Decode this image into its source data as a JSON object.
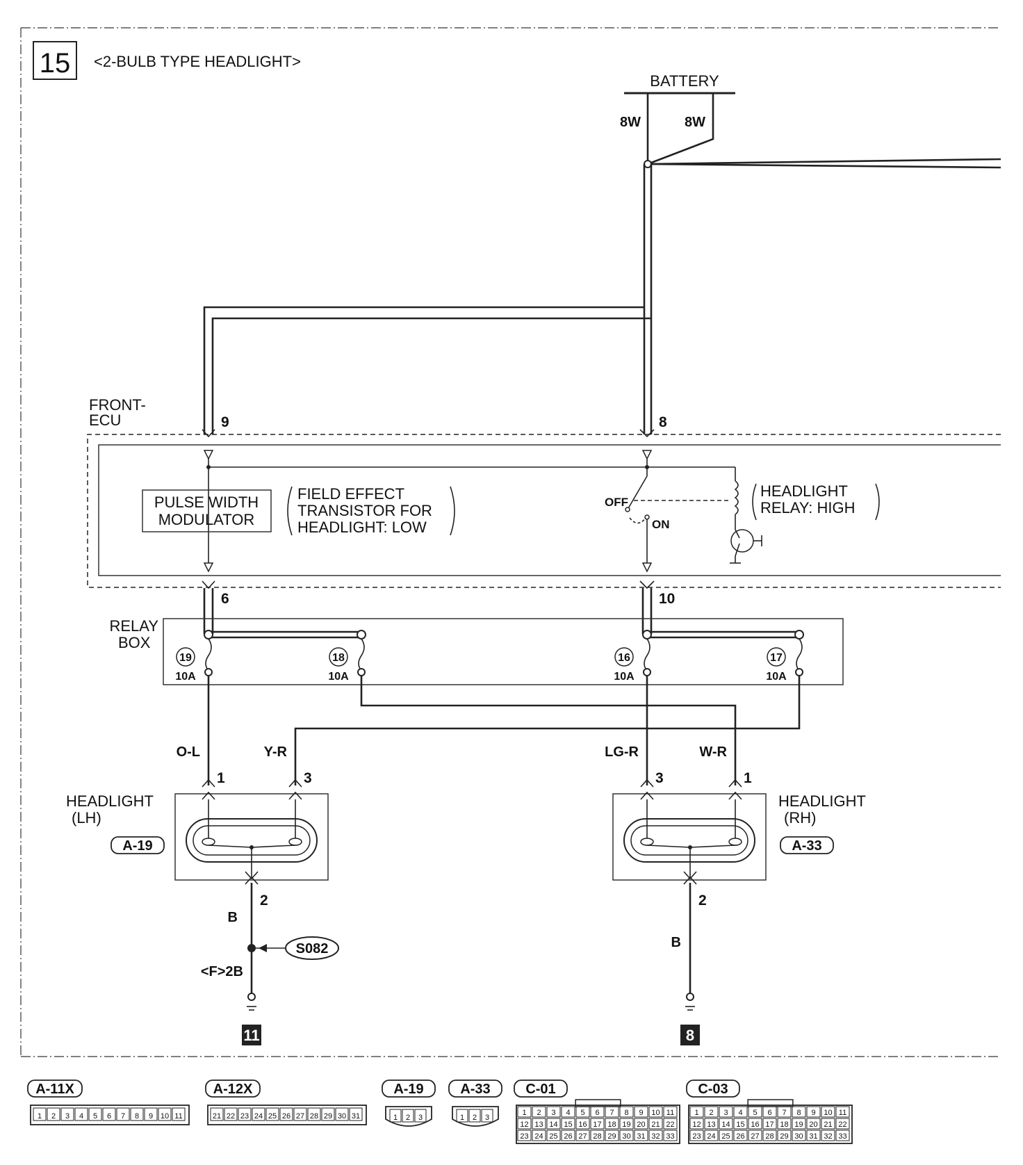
{
  "page": {
    "number": "15",
    "subtitle": "<2-BULB TYPE HEADLIGHT>"
  },
  "battery": {
    "label": "BATTERY",
    "wire_left": "8W",
    "wire_right": "8W"
  },
  "front_ecu": {
    "label_line1": "FRONT-",
    "label_line2": "ECU",
    "pin_left_in": "9",
    "pin_right_in": "8",
    "pin_left_out": "6",
    "pin_right_out": "10",
    "pwm_line1": "PULSE WIDTH",
    "pwm_line2": "MODULATOR",
    "fet_line1": "FIELD EFFECT",
    "fet_line2": "TRANSISTOR FOR",
    "fet_line3": "HEADLIGHT: LOW",
    "switch_off": "OFF",
    "switch_on": "ON",
    "relay_line1": "HEADLIGHT",
    "relay_line2": "RELAY: HIGH"
  },
  "relay_box": {
    "label_line1": "RELAY",
    "label_line2": "BOX",
    "fuses": [
      {
        "number": "19",
        "rating": "10A"
      },
      {
        "number": "18",
        "rating": "10A"
      },
      {
        "number": "16",
        "rating": "10A"
      },
      {
        "number": "17",
        "rating": "10A"
      }
    ]
  },
  "wires": {
    "lh_low": "O-L",
    "lh_high": "Y-R",
    "rh_low": "LG-R",
    "rh_high": "W-R",
    "lh_ground": "B",
    "rh_ground": "B",
    "lh_ground_ref": "<F>2B"
  },
  "headlight_lh": {
    "label_line1": "HEADLIGHT",
    "label_line2": "(LH)",
    "connector": "A-19",
    "pin_a": "1",
    "pin_b": "3",
    "pin_ground": "2"
  },
  "headlight_rh": {
    "label_line1": "HEADLIGHT",
    "label_line2": "(RH)",
    "connector": "A-33",
    "pin_a": "3",
    "pin_b": "1",
    "pin_ground": "2"
  },
  "splice": "S082",
  "grounds": [
    "11",
    "8"
  ],
  "connectors": [
    {
      "id": "A-11X",
      "pins": [
        "1",
        "2",
        "3",
        "4",
        "5",
        "6",
        "7",
        "8",
        "9",
        "10",
        "11"
      ]
    },
    {
      "id": "A-12X",
      "pins": [
        "21",
        "22",
        "23",
        "24",
        "25",
        "26",
        "27",
        "28",
        "29",
        "30",
        "31"
      ]
    },
    {
      "id": "A-19",
      "pins": [
        "1",
        "2",
        "3"
      ]
    },
    {
      "id": "A-33",
      "pins": [
        "1",
        "2",
        "3"
      ]
    },
    {
      "id": "C-01",
      "rows": [
        [
          "1",
          "2",
          "3",
          "4",
          "5",
          "6",
          "7",
          "8",
          "9",
          "10",
          "11"
        ],
        [
          "12",
          "13",
          "14",
          "15",
          "16",
          "17",
          "18",
          "19",
          "20",
          "21",
          "22"
        ],
        [
          "23",
          "24",
          "25",
          "26",
          "27",
          "28",
          "29",
          "30",
          "31",
          "32",
          "33"
        ]
      ]
    },
    {
      "id": "C-03",
      "rows": [
        [
          "1",
          "2",
          "3",
          "4",
          "5",
          "6",
          "7",
          "8",
          "9",
          "10",
          "11"
        ],
        [
          "12",
          "13",
          "14",
          "15",
          "16",
          "17",
          "18",
          "19",
          "20",
          "21",
          "22"
        ],
        [
          "23",
          "24",
          "25",
          "26",
          "27",
          "28",
          "29",
          "30",
          "31",
          "32",
          "33"
        ]
      ]
    }
  ]
}
